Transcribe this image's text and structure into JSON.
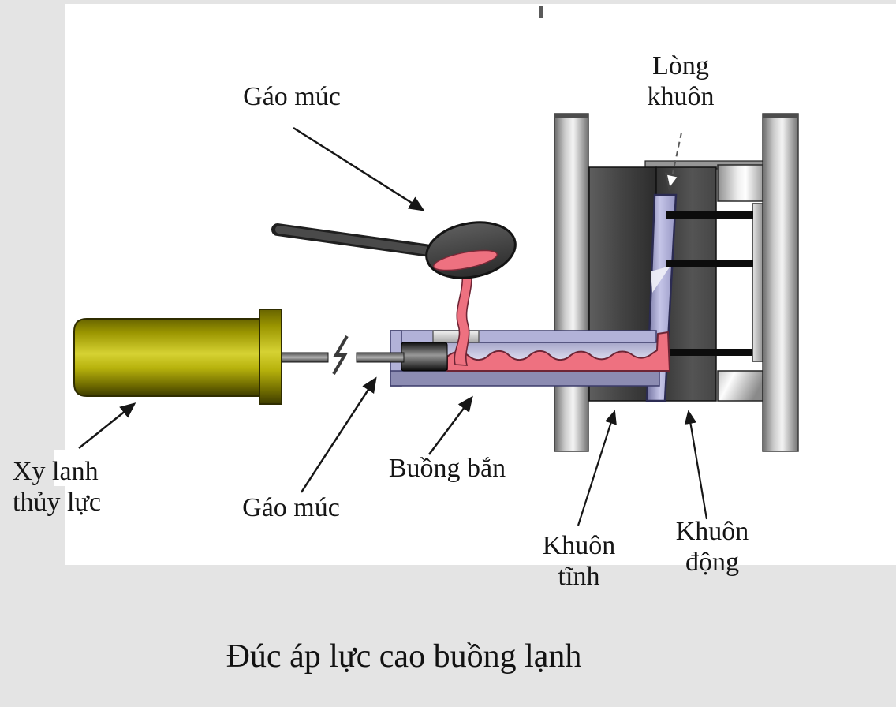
{
  "figure": {
    "caption": "Đúc áp lực cao buồng lạnh",
    "labels": {
      "ladle_top": "Gáo múc",
      "mold_cavity": "Lòng khuôn",
      "hydraulic_cylinder": "Xy lanh thủy lực",
      "plunger_rod": "Gáo múc",
      "shot_chamber": "Buồng bắn",
      "fixed_mold": "Khuôn tĩnh",
      "moving_mold": "Khuôn động"
    },
    "colors": {
      "page_background": "#e4e4e4",
      "diagram_background": "#ffffff",
      "molten_metal_pink": "#ee7180",
      "chamber_lavender": "#b2b2d8",
      "cavity_lavender": "#a9a9d2",
      "hydraulic_cylinder_yellow": "#c9c414",
      "mold_dark_gray": "#474747",
      "column_light_gray": "#c9c9c9",
      "ladle_gray": "#3f3f3f",
      "text": "#151515"
    }
  }
}
